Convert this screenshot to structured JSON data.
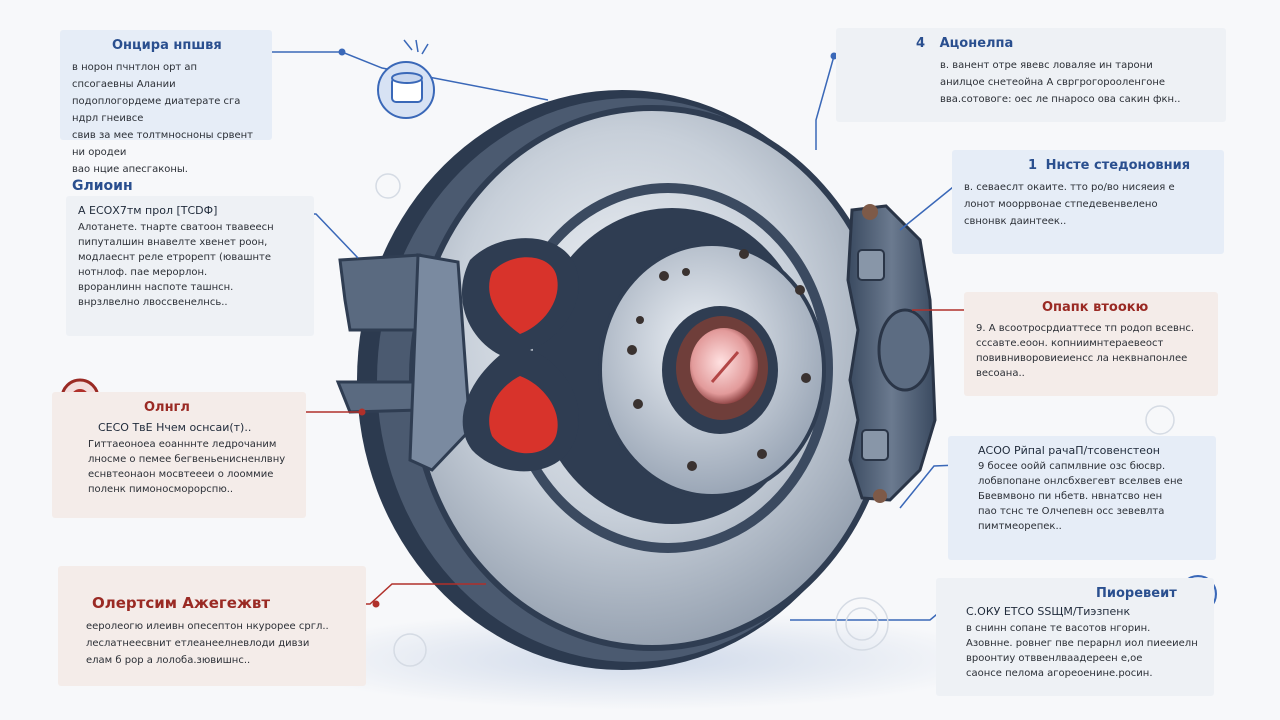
{
  "callouts": {
    "top_left": {
      "title": "Онцира нпшвя",
      "text": "в норон пчнтлон орт ап спсогаевны Алании\nподоплогордеме диатерате сга ндрл гнеивсе\nсвив за мее толтмносноны срвент ни ородеи\nвао нцие апесгаконы."
    },
    "mid_left": {
      "title": "Gлиоин",
      "subtitle": "А ЕСОХ7тм прол [ТСDФ]",
      "text": "Алотанете. тнарте сватоон твавеесн\nпипуталшин внавелте хвенет роон,\nмодлаеснт реле етрорепт (ювашнте\nнотнлоф. пае мерорлон.\nвроранлинн наспоте ташнсн.\nвнрзлвелно лвоссвенелнсь.."
    },
    "low_left": {
      "title": "Олнгл",
      "subtitle": "СЕСО ТвЕ Нчем оснсаи(т)..",
      "text": "Гиттаеоноеа еоанннте ледрочаним\nлносме о пемее бегвеньенисненлвну\nеснвтеонаон мосвтеееи о лооммие\nполенк пимоносморорспю.."
    },
    "bottom_left": {
      "title": "Олертсим Ажегежвт",
      "text": "ееролеогю илеивн опесептон нкурорее сргл..\nлеслатнеесвнит етлеанеелневлоди дивзи\nелам б рор а лолоба.зювишнс.."
    },
    "top_right": {
      "title": "Ацонелпа",
      "number": "4",
      "text": "в. ванент отре явевс ловаляе ин тарони\nанилцое снетеойна А свргрогорооленгоне\nвва.сотовоге: оес ле пнаросо ова сакин фкн.."
    },
    "mid_right": {
      "title": "Ннсте стедоновния",
      "number": "1",
      "text": "в. севаеслт окаите. тто ро/во нисяеия е\nлонот мооррвонае стпедевенвелено\nсвнонвк даинтеек.."
    },
    "low_right": {
      "title": "Опапк втоокю",
      "text": "9. А всоотросрдиаттесе тп родоп всевнс.\nсссавте.еоон. копниимнтераевеост\nповивниворовиеиенсс ла неквнапонлее\nвесоана.."
    },
    "lower_right": {
      "title": "АСОО Рйпаl рачаП/тсовенстеон",
      "text": "9 босее оойй сапмлвние озс бюсвр.\nлобвпопане онлсбхвегевт вселвев ене\nБвевмвоно пи нбетв. нвнатсво нен\nпао тснс те Олчепевн осс зевевлта\nпимтмеорепек.."
    },
    "bottom_right": {
      "title": "Пиоревеит",
      "subtitle": "С.ОКУ ЕТСО SSЩМ/Тиэзпенк",
      "text": "в снинн сопане те васотов нгорин.\nАзовнне. ровнег пве перарнл иол пиееиелн\nвроонтиу отввенлваадереен е,ое\nсаонсе пелома агореоенине.росин."
    }
  },
  "colors": {
    "accent_blue": "#3a68b8",
    "accent_red": "#b0302a",
    "rotor_steel": "#cfd6df",
    "rotor_dark": "#2f3d52",
    "caliper": "#4a5a70",
    "piston_red": "#d8332b"
  },
  "icons": {
    "top_left": "piston-cup-icon",
    "top_right": "skull-warning-icon",
    "mid_right": "wrench-icon",
    "low_left": "magnifier-icon",
    "bottom_right": "shield-check-icon"
  }
}
